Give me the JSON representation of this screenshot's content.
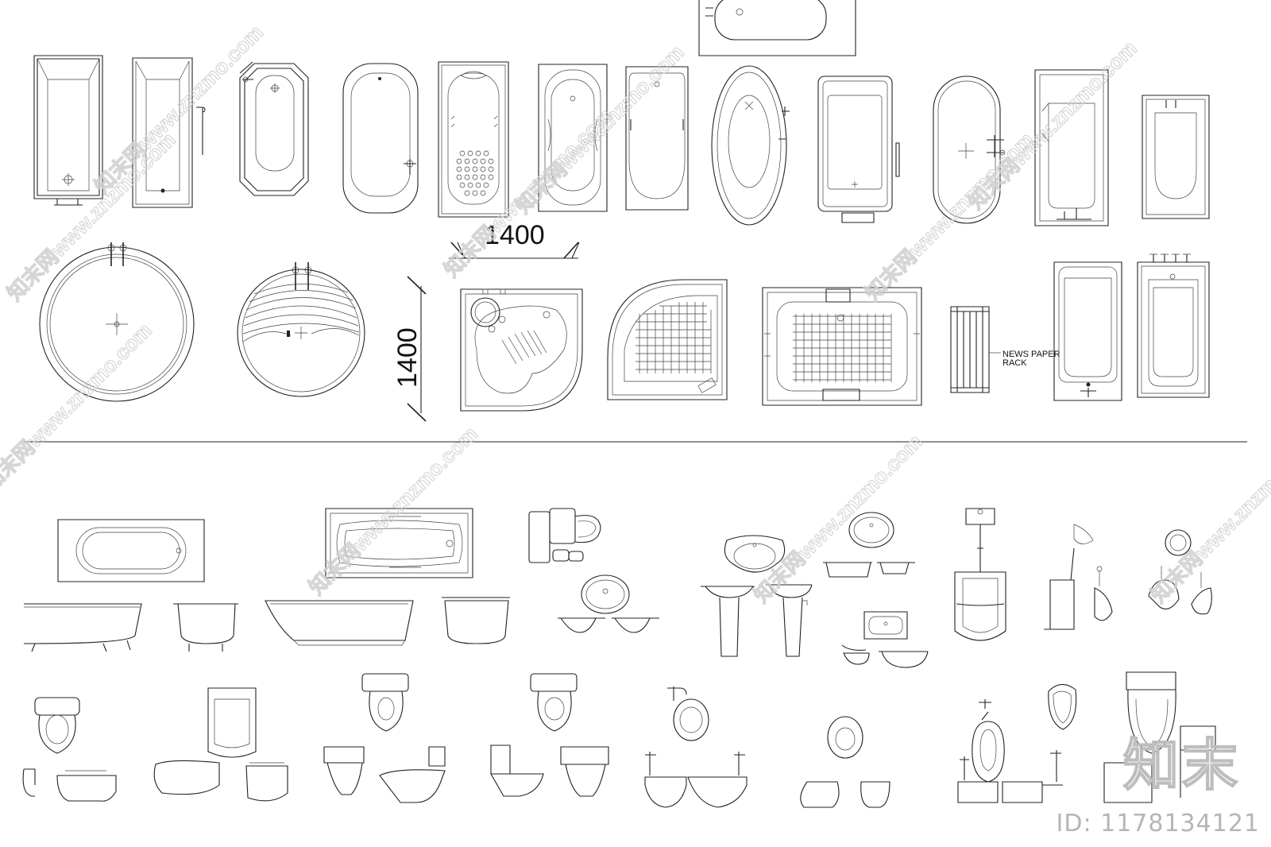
{
  "drawing": {
    "dimension_width": "1400",
    "dimension_height": "1400",
    "rack_label_line1": "NEWS PAPER",
    "rack_label_line2": "RACK"
  },
  "watermark": {
    "site_text": "知末网www.znzmo.com",
    "brand_text": "知末",
    "id_text": "ID: 1178134121"
  }
}
